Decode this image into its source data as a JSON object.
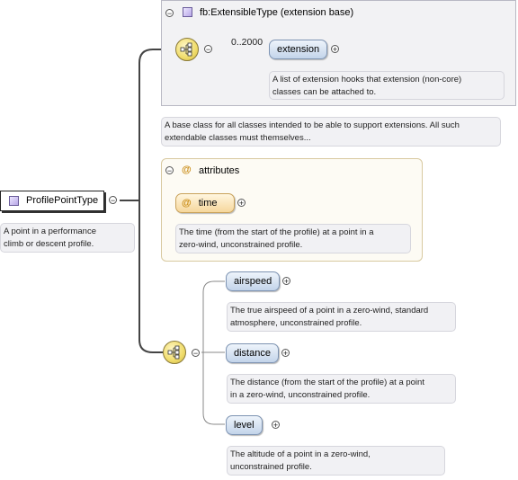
{
  "root": {
    "name": "ProfilePointType",
    "annotation": [
      "A point in a performance",
      "climb or descent profile."
    ]
  },
  "extension_base": {
    "title": "fb:ExtensibleType (extension base)",
    "cardinality": "0..2000",
    "element": "extension",
    "element_annotation": [
      "A list of extension hooks that extension (non-core)",
      "classes can be attached to."
    ],
    "base_annotation": [
      "A base class for all classes intended to be able to support extensions. All such",
      "extendable classes must themselves..."
    ]
  },
  "attributes": {
    "title": "attributes",
    "at_symbol": "@",
    "items": [
      {
        "name": "time",
        "annotation": [
          "The time (from the start of the profile) at a point in a",
          "zero-wind, unconstrained profile."
        ]
      }
    ]
  },
  "sequence": {
    "elements": [
      {
        "name": "airspeed",
        "annotation": [
          "The true airspeed of a point in a zero-wind, standard",
          "atmosphere, unconstrained profile."
        ]
      },
      {
        "name": "distance",
        "annotation": [
          "The distance (from the start of the profile) at a point",
          "in a zero-wind, unconstrained profile."
        ]
      },
      {
        "name": "level",
        "annotation": [
          "The altitude of a point in a zero-wind,",
          "unconstrained profile."
        ]
      }
    ]
  },
  "icons": {
    "collapse": "−",
    "expand": "+",
    "class": "complex-type-icon",
    "sequence": "sequence-compositor-icon"
  }
}
